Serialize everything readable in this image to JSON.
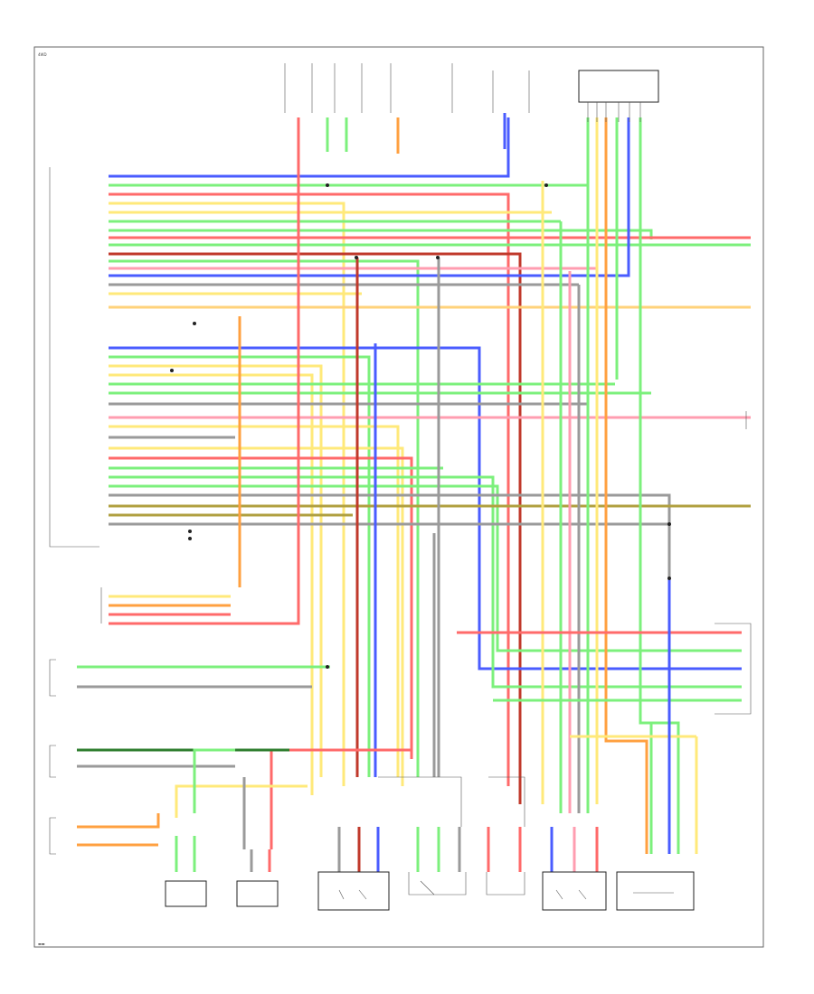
{
  "corner_label": "4WD",
  "wire_colors": {
    "blue": "#4a5cff",
    "green": "#7cf07c",
    "red": "#ff6a6a",
    "yellow": "#ffe97a",
    "orange": "#ffa040",
    "gray": "#9a9a9a",
    "darkred": "#c0392b",
    "lightblue": "#8fd8ff",
    "pink": "#ff9db0",
    "olive": "#b0a040",
    "black": "#222222"
  },
  "components": [
    {
      "id": "pgm-fi-main-relay",
      "lines": [
        "",
        ""
      ]
    },
    {
      "id": "ecm",
      "lines": [
        "",
        "",
        ""
      ]
    },
    {
      "id": "vehicle-speed-sensor",
      "lines": [
        "",
        "",
        ""
      ]
    },
    {
      "id": "crank-sensor",
      "lines": [
        "",
        "",
        ""
      ]
    },
    {
      "id": "oxygen-sensor",
      "lines": [
        "",
        ""
      ]
    },
    {
      "id": "tcm",
      "lines": [
        "",
        ""
      ]
    },
    {
      "id": "throttle-position-sensor",
      "lines": [
        "",
        ""
      ]
    },
    {
      "id": "solenoid-a",
      "lines": [
        "",
        ""
      ]
    },
    {
      "id": "solenoid-b",
      "lines": [
        "",
        ""
      ]
    },
    {
      "id": "lockup-solenoid",
      "lines": [
        "",
        ""
      ]
    },
    {
      "id": "mainshaft-sensor",
      "lines": [
        "",
        ""
      ]
    },
    {
      "id": "shift-position-switch",
      "lines": [
        "",
        ""
      ]
    },
    {
      "id": "countershaft-sensor",
      "lines": [
        "",
        ""
      ]
    },
    {
      "id": "linear-solenoid",
      "lines": [
        "",
        ""
      ]
    }
  ]
}
